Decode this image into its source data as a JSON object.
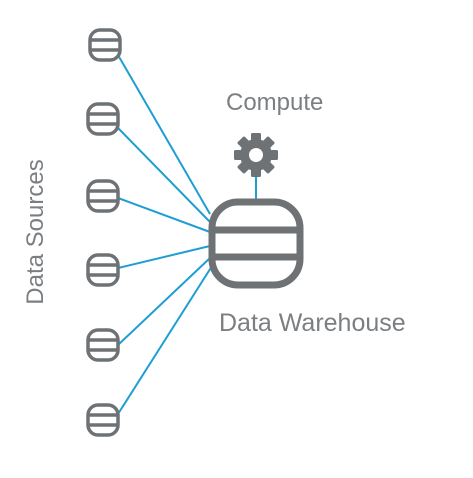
{
  "diagram": {
    "compute_label": "Compute",
    "warehouse_label": "Data Warehouse",
    "sources_label": "Data Sources"
  },
  "colors": {
    "connector": "#1e9ed3",
    "icon": "#6f7275",
    "text": "#7c7f82"
  },
  "icons": {
    "source": "database-icon",
    "warehouse": "database-icon",
    "compute": "gear-icon"
  }
}
